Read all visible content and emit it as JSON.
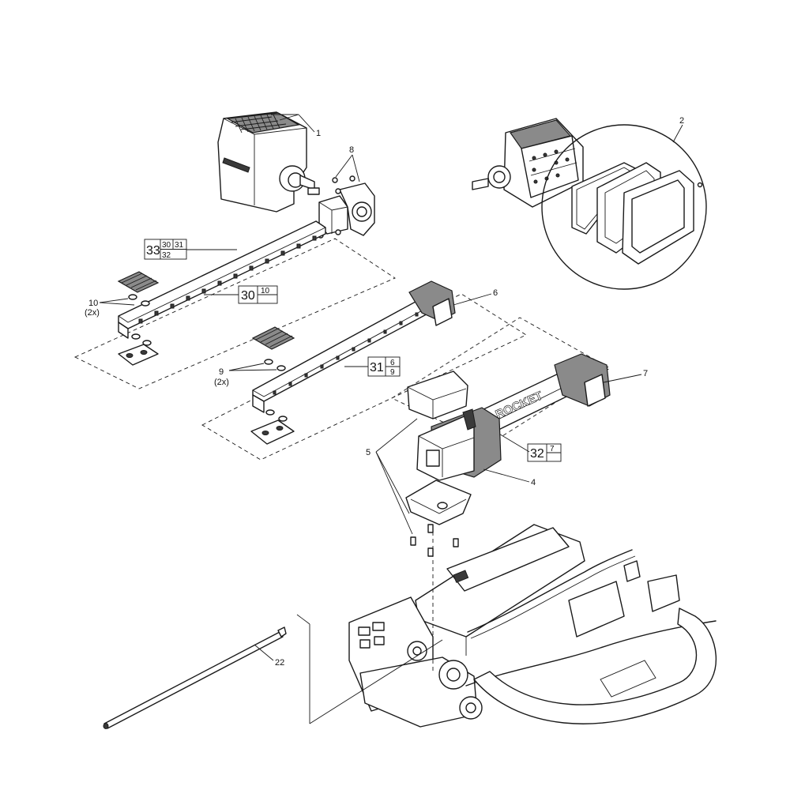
{
  "callouts": {
    "c1": "1",
    "c2": "2",
    "c4": "4",
    "c5": "5",
    "c6": "6",
    "c7": "7",
    "c8": "8",
    "c9": "9",
    "c9_qty": "(2x)",
    "c10": "10",
    "c10_qty": "(2x)",
    "c22": "22"
  },
  "kits": {
    "k33": {
      "main": "33",
      "top_a": "30",
      "top_b": "31",
      "bottom": "32"
    },
    "k30": {
      "main": "30",
      "top": "10"
    },
    "k31": {
      "main": "31",
      "top": "6",
      "bottom": "9"
    },
    "k32": {
      "main": "32",
      "top": "7"
    }
  },
  "brand_text": "ROCKET"
}
